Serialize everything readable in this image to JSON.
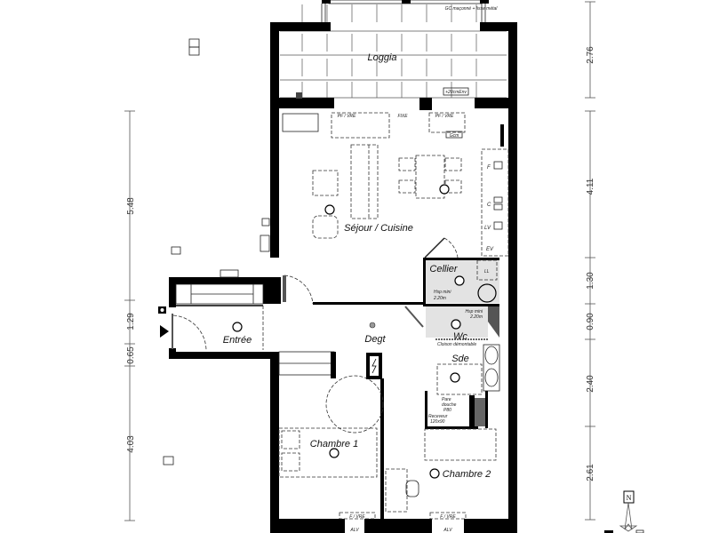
{
  "plan": {
    "rooms": {
      "loggia": "Loggia",
      "sejour": "Séjour / Cuisine",
      "cellier": "Cellier",
      "wc": "Wc",
      "sde": "Sde",
      "entree": "Entrée",
      "degt": "Degt",
      "chambre1": "Chambre 1",
      "chambre2": "Chambre 2"
    },
    "annotations": {
      "gc_note": "GC maçonné + lisse métal",
      "loggia_height": "+20cmEnv",
      "pf_vre_left": "PF / VRE",
      "fixe": "FIXE",
      "pf_vre_right": "PF / VRE",
      "gcm": "Gcm",
      "hsp_cellier_1": "Hsp mini",
      "hsp_cellier_2": "2.20m",
      "hsp_wc_1": "Hsp mini",
      "hsp_wc_2": "2.20m",
      "cloison": "Cloison démontable",
      "pare_douche_1": "Pare",
      "pare_douche_2": "douche",
      "pare_douche_3": "P80",
      "receveur_1": "Receveur",
      "receveur_2": "120x90",
      "kitchen_f": "F",
      "kitchen_c": "C",
      "kitchen_lv": "LV",
      "kitchen_ev": "EV",
      "cellier_ll": "LL",
      "fvre_ch1": "F / VRE",
      "fvre_ch2": "F / VRE",
      "alv_1": "ALV",
      "alv_2": "ALV"
    },
    "dimensions": {
      "right": [
        "2.76",
        "4.11",
        "1.30",
        "0.90",
        "2.40",
        "2.61"
      ],
      "left": [
        "5.48",
        "1.29",
        "0.65",
        "4.03"
      ]
    },
    "compass": {
      "north_label": "N"
    }
  }
}
